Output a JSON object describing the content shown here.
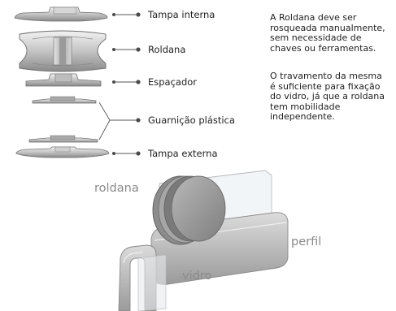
{
  "parts": {
    "tampa_interna": "Tampa interna",
    "roldana": "Roldana",
    "espacador": "Espaçador",
    "guarnicao": "Guarnição plástica",
    "tampa_externa": "Tampa externa"
  },
  "description": {
    "p1": [
      "A Roldana deve ser",
      "rosqueada manualmente,",
      "sem necessidade de",
      "chaves ou ferramentas."
    ],
    "p2": [
      "O travamento da mesma",
      "é suficiente para fixação",
      "do vidro, já que a roldana",
      "tem mobilidade",
      "independente."
    ]
  },
  "assembly": {
    "roldana": "roldana",
    "perfil": "perfil",
    "vidro": "vidro"
  }
}
